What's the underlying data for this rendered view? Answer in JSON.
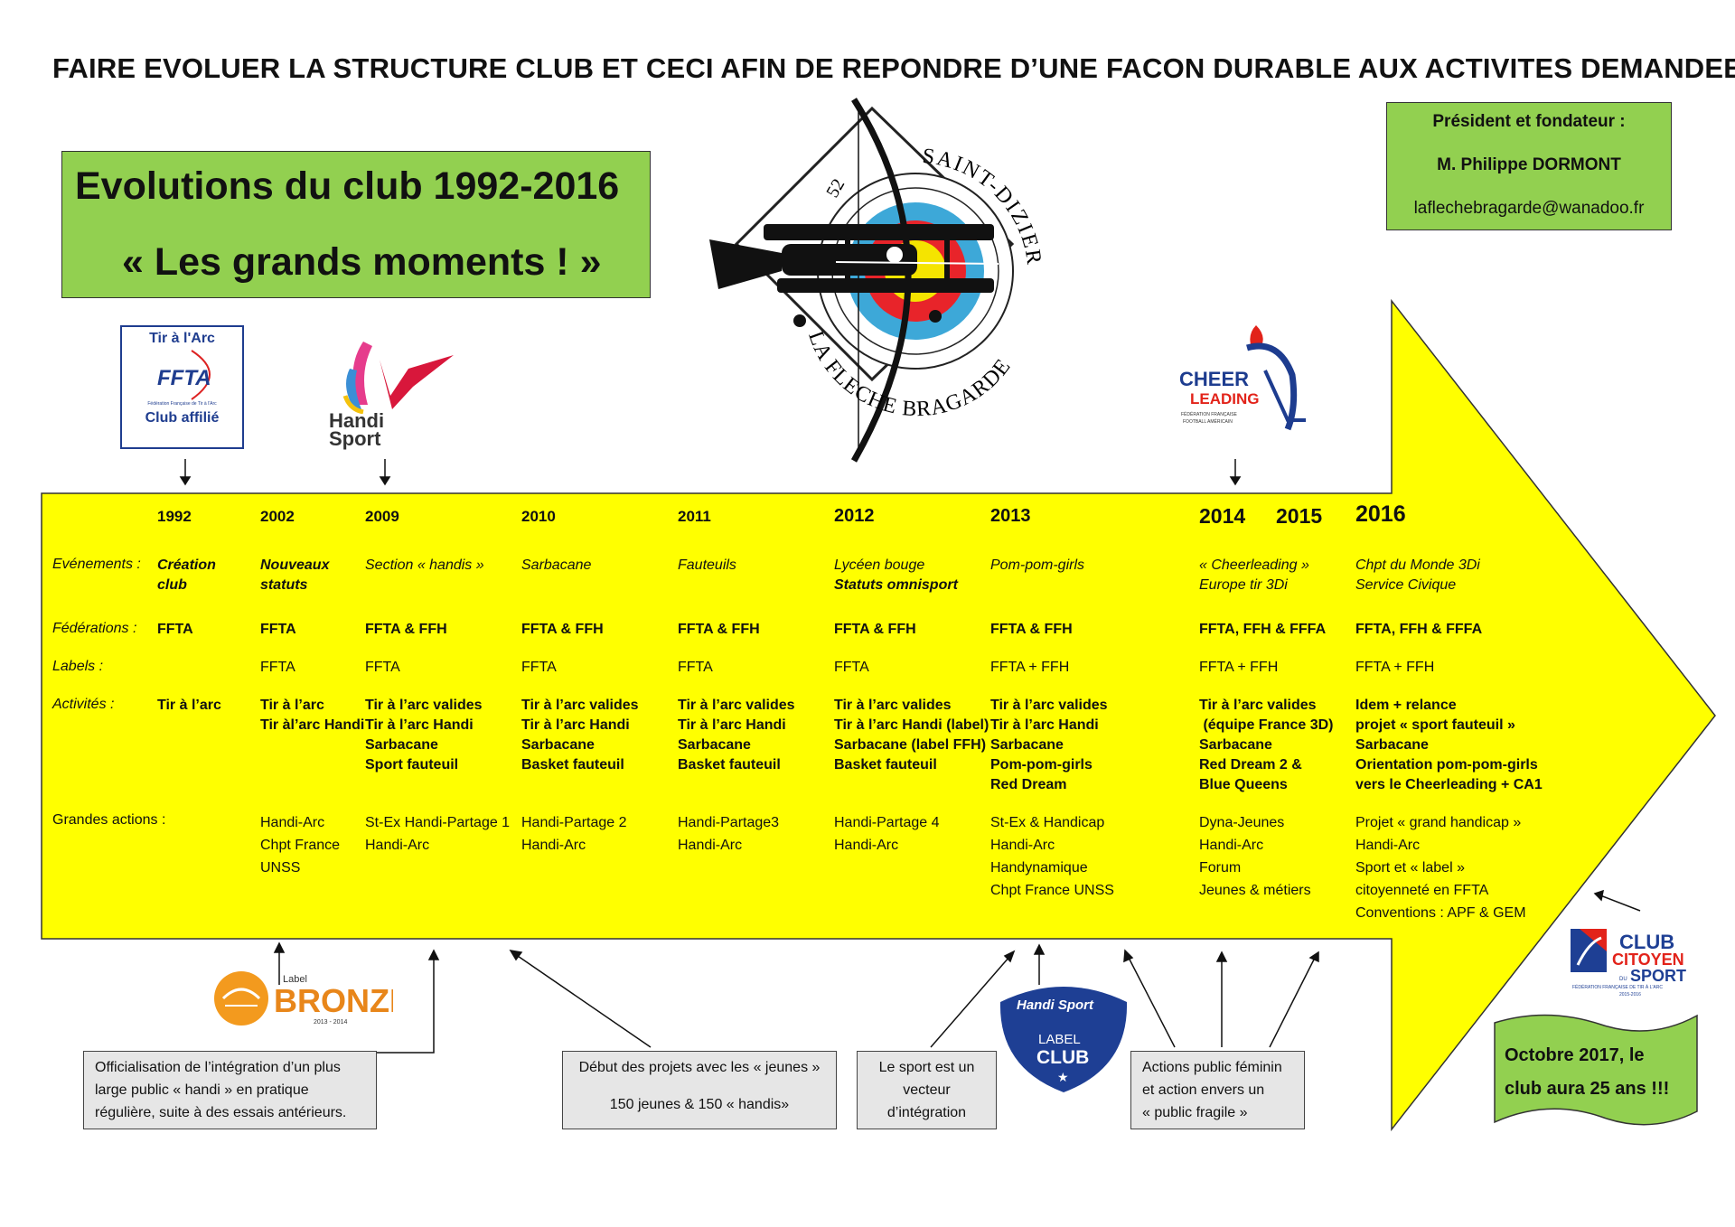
{
  "header": {
    "title": "FAIRE EVOLUER LA STRUCTURE CLUB ET CECI AFIN DE REPONDRE D’UNE FACON DURABLE AUX ACTIVITES DEMANDEES"
  },
  "title_box": {
    "line1": "Evolutions du club 1992-2016",
    "line2": "« Les grands moments ! »"
  },
  "president_box": {
    "label": "Président et fondateur :",
    "name": "M. Philippe DORMONT",
    "email": "laflechebragarde@wanadoo.fr"
  },
  "logos": {
    "ffta": {
      "line1": "Tir à l'Arc",
      "brand": "FFTA",
      "sub": "Fédération Française de Tir à l'Arc",
      "line3": "Club affilié"
    },
    "handisport": {
      "line1": "Handi",
      "line2": "Sport"
    },
    "club_emblem": {
      "number": "52",
      "top": "SAINT-DIZIER",
      "bottom": "LA FLECHE BRAGARDE"
    },
    "cheerleading": {
      "line1": "CHEER",
      "line2": "LEADING",
      "sub1": "FÉDÉRATION FRANÇAISE",
      "sub2": "FOOTBALL AMÉRICAIN"
    },
    "bronze": {
      "small": "Label",
      "big": "BRONZE",
      "years": "2013 - 2014"
    },
    "handisport_label_club": {
      "top": "Handi Sport",
      "l1": "LABEL",
      "l2": "CLUB"
    },
    "club_citoyen": {
      "l1": "CLUB",
      "l2": "CITOYEN",
      "du": "DU",
      "l3": "SPORT",
      "sub": "FÉDÉRATION FRANÇAISE DE TIR À L'ARC",
      "years": "2015-2016"
    }
  },
  "timeline": {
    "row_labels": {
      "events": "Evénements :",
      "federations": "Fédérations :",
      "labels": "Labels :",
      "activities": "Activités :",
      "actions": "Grandes actions :"
    },
    "columns": [
      {
        "year": "1992",
        "events": [
          "Création",
          "club"
        ],
        "federations": "FFTA",
        "labels": "",
        "activities": [
          "Tir à l’arc"
        ],
        "actions": []
      },
      {
        "year": "2002",
        "events": [
          "Nouveaux",
          "statuts"
        ],
        "federations": "FFTA",
        "labels": "FFTA",
        "activities": [
          "Tir à l’arc",
          "Tir àl’arc Handi"
        ],
        "actions": [
          "",
          "Handi-Arc",
          "Chpt France",
          "UNSS"
        ]
      },
      {
        "year": "2009",
        "events": [
          "Section « handis »"
        ],
        "federations": "FFTA & FFH",
        "labels": "FFTA",
        "activities": [
          "Tir à l’arc valides",
          "Tir à l’arc Handi",
          "Sarbacane",
          "Sport fauteuil"
        ],
        "actions": [
          "St-Ex Handi-Partage 1",
          "Handi-Arc"
        ]
      },
      {
        "year": "2010",
        "events": [
          "Sarbacane"
        ],
        "federations": "FFTA & FFH",
        "labels": "FFTA",
        "activities": [
          "Tir à l’arc valides",
          "Tir à l’arc Handi",
          "Sarbacane",
          "Basket fauteuil"
        ],
        "actions": [
          "Handi-Partage 2",
          "Handi-Arc"
        ]
      },
      {
        "year": "2011",
        "events": [
          "Fauteuils"
        ],
        "federations": "FFTA & FFH",
        "labels": "FFTA",
        "activities": [
          "Tir à l’arc valides",
          "Tir à l’arc Handi",
          "Sarbacane",
          "Basket fauteuil"
        ],
        "actions": [
          "Handi-Partage3",
          "Handi-Arc"
        ]
      },
      {
        "year": "2012",
        "events": [
          "Lycéen bouge",
          "Statuts omnisport"
        ],
        "federations": "FFTA & FFH",
        "labels": "FFTA",
        "activities": [
          "Tir à l’arc valides",
          "Tir à l’arc Handi (label)",
          "Sarbacane (label FFH)",
          "Basket fauteuil"
        ],
        "actions": [
          "Handi-Partage 4",
          "Handi-Arc"
        ]
      },
      {
        "year": "2013",
        "events": [
          "Pom-pom-girls"
        ],
        "federations": "FFTA & FFH",
        "labels": "FFTA + FFH",
        "activities": [
          "Tir à l’arc valides",
          "Tir à l’arc Handi",
          "Sarbacane",
          "Pom-pom-girls",
          "Red Dream"
        ],
        "actions": [
          "St-Ex & Handicap",
          "Handi-Arc",
          "Handynamique",
          "Chpt France UNSS"
        ]
      },
      {
        "year": "2014",
        "year2": "2015",
        "events": [
          "« Cheerleading »",
          "Europe tir 3Di"
        ],
        "federations": "FFTA, FFH & FFFA",
        "labels": "FFTA + FFH",
        "activities": [
          "Tir à l’arc valides",
          " (équipe France 3D)",
          "Sarbacane",
          "Red Dream 2 &",
          "Blue Queens"
        ],
        "actions": [
          "Dyna-Jeunes",
          "Handi-Arc",
          "Forum",
          "Jeunes & métiers"
        ]
      },
      {
        "year": "2016",
        "events": [
          "Chpt du Monde 3Di",
          "Service Civique"
        ],
        "federations": "FFTA, FFH & FFFA",
        "labels": "FFTA + FFH",
        "activities": [
          "Idem + relance",
          "projet « sport fauteuil »",
          "Sarbacane",
          "Orientation pom-pom-girls",
          "vers le Cheerleading + CA1"
        ],
        "actions": [
          "Projet « grand handicap »",
          "Handi-Arc",
          "Sport et « label »",
          "citoyenneté en FFTA",
          "Conventions : APF & GEM"
        ]
      }
    ]
  },
  "notes": [
    {
      "lines": [
        "Officialisation  de l’intégration d’un plus",
        "large public  « handi » en pratique",
        "régulière, suite à des essais antérieurs."
      ]
    },
    {
      "lines": [
        "Début des projets avec les « jeunes »",
        "150 jeunes & 150 « handis»"
      ]
    },
    {
      "lines": [
        "Le sport est un",
        "vecteur",
        "d’intégration"
      ]
    },
    {
      "lines": [
        "Actions  public féminin",
        "et action envers un",
        "«  public fragile »"
      ]
    }
  ],
  "anniversary": {
    "line1": "Octobre 2017, le",
    "line2": "club aura 25 ans !!!"
  },
  "colors": {
    "arrow": "#ffff00",
    "green": "#92d050",
    "note": "#e6e6e6"
  }
}
